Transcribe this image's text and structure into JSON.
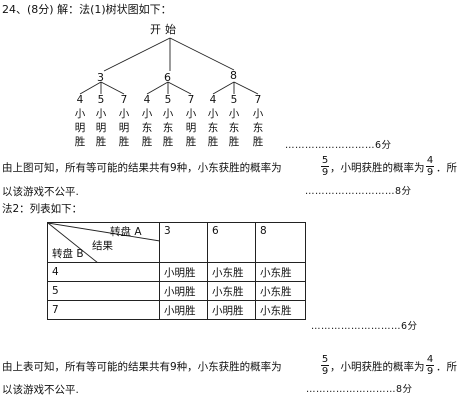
{
  "problem": {
    "header": "24、(8分) 解：法(1)树状图如下：",
    "tree": {
      "root": "开始",
      "first": [
        "3",
        "6",
        "8"
      ],
      "second": [
        "4",
        "5",
        "7",
        "4",
        "5",
        "7",
        "4",
        "5",
        "7"
      ],
      "outcomes": [
        "小明胜",
        "小明胜",
        "小明胜",
        "小东胜",
        "小东胜",
        "小明胜",
        "小东胜",
        "小东胜",
        "小东胜"
      ]
    },
    "score1": "………………………6分",
    "conclusion1": {
      "part1": "由上图可知，所有等可能的结果共有9种，小东获胜的概率为",
      "frac1_num": "5",
      "frac1_den": "9",
      "part2": "，小明获胜的概率为",
      "frac2_num": "4",
      "frac2_den": "9",
      "part3": "．所",
      "line2": "以该游戏不公平."
    },
    "score2": "………………………8分",
    "method2": "法2：列表如下：",
    "table": {
      "corner_a": "转盘 A",
      "corner_result": "结果",
      "corner_b": "转盘 B",
      "cols": [
        "3",
        "6",
        "8"
      ],
      "rows": [
        {
          "label": "4",
          "cells": [
            "小明胜",
            "小东胜",
            "小东胜"
          ]
        },
        {
          "label": "5",
          "cells": [
            "小明胜",
            "小东胜",
            "小东胜"
          ]
        },
        {
          "label": "7",
          "cells": [
            "小明胜",
            "小明胜",
            "小东胜"
          ]
        }
      ]
    },
    "score3": "………………………6分",
    "conclusion2": {
      "part1": "由上表可知，所有等可能的结果共有9种，小东获胜的概率为",
      "frac1_num": "5",
      "frac1_den": "9",
      "part2": "，小明获胜的概率为",
      "frac2_num": "4",
      "frac2_den": "9",
      "part3": "．所",
      "line2": "以该游戏不公平."
    },
    "score4": "………………………8分"
  }
}
